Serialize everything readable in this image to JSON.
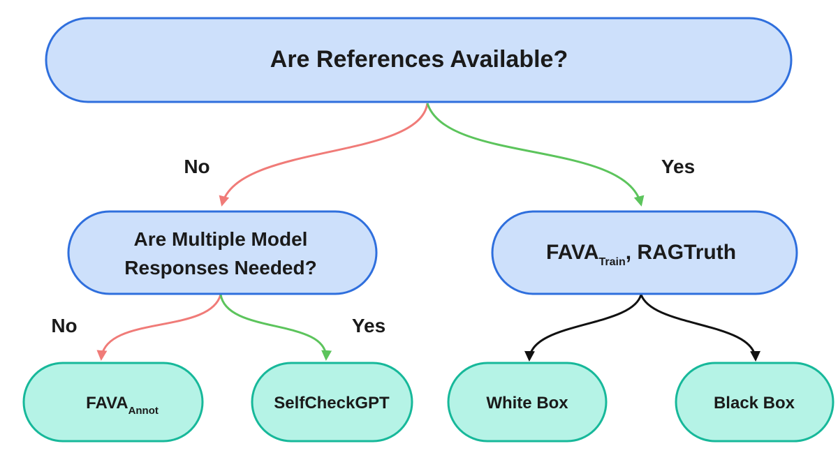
{
  "colors": {
    "question_fill": "#cde0fb",
    "question_stroke": "#2f6fdd",
    "leaf_fill": "#b5f3e6",
    "leaf_stroke": "#17b89a",
    "edge_no": "#f07b78",
    "edge_yes": "#5cc45c",
    "edge_neutral": "#111111"
  },
  "nodes": {
    "root": {
      "text": "Are References Available?"
    },
    "multi": {
      "line1": "Are Multiple Model",
      "line2": "Responses Needed?"
    },
    "fava_rag": {
      "part1": "FAVA",
      "sub": "Train",
      "part2": ", RAGTruth"
    },
    "fava_annot": {
      "main": "FAVA",
      "sub": "Annot"
    },
    "selfcheck": {
      "text": "SelfCheckGPT"
    },
    "white_box": {
      "text": "White Box"
    },
    "black_box": {
      "text": "Black Box"
    }
  },
  "edges": {
    "root_no": "No",
    "root_yes": "Yes",
    "multi_no": "No",
    "multi_yes": "Yes"
  }
}
